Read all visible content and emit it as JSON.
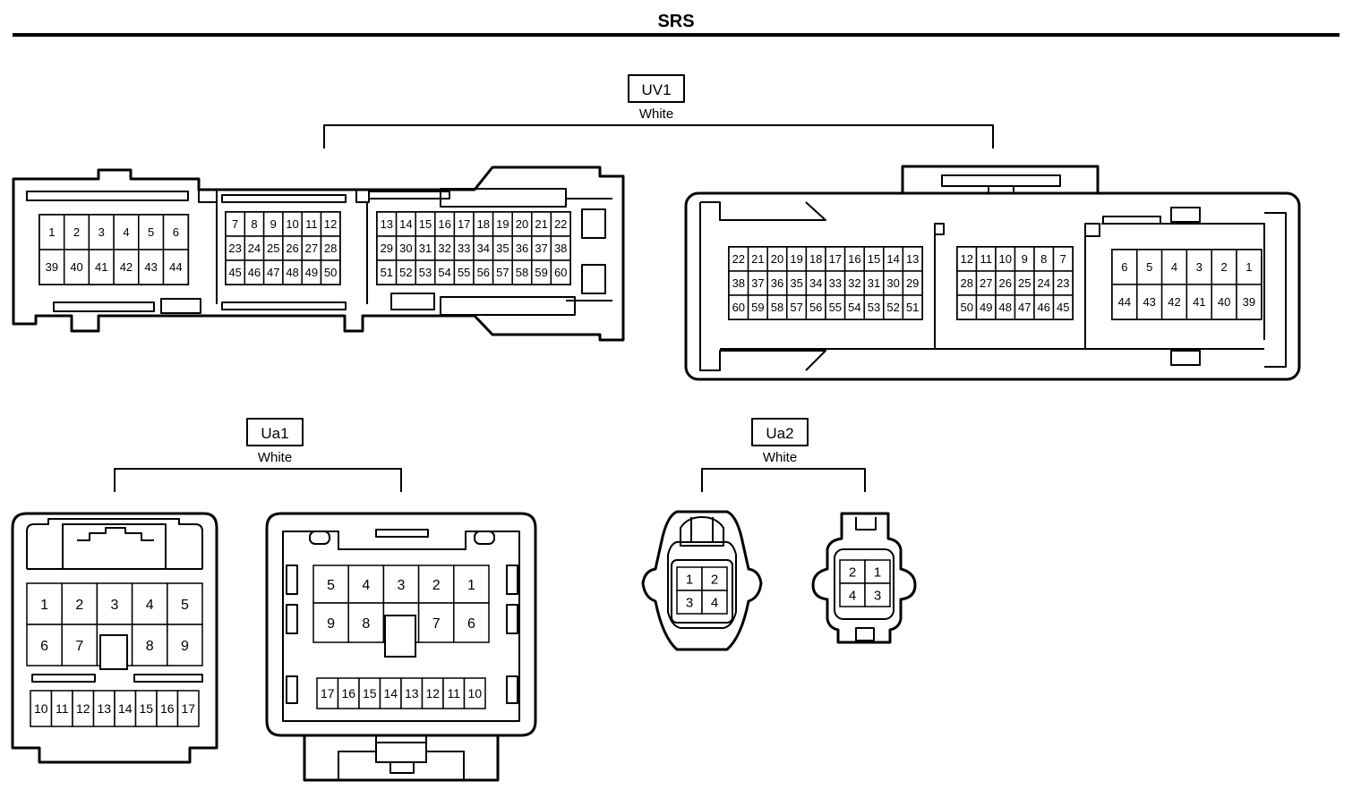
{
  "title": "SRS",
  "connectors": {
    "uv1": {
      "code": "UV1",
      "color": "White",
      "left_part": {
        "block_a": [
          [
            "1",
            "2",
            "3",
            "4",
            "5",
            "6"
          ],
          [
            "39",
            "40",
            "41",
            "42",
            "43",
            "44"
          ]
        ],
        "block_b": [
          [
            "7",
            "8",
            "9",
            "10",
            "11",
            "12"
          ],
          [
            "23",
            "24",
            "25",
            "26",
            "27",
            "28"
          ],
          [
            "45",
            "46",
            "47",
            "48",
            "49",
            "50"
          ]
        ],
        "block_c": [
          [
            "13",
            "14",
            "15",
            "16",
            "17",
            "18",
            "19",
            "20",
            "21",
            "22"
          ],
          [
            "29",
            "30",
            "31",
            "32",
            "33",
            "34",
            "35",
            "36",
            "37",
            "38"
          ],
          [
            "51",
            "52",
            "53",
            "54",
            "55",
            "56",
            "57",
            "58",
            "59",
            "60"
          ]
        ]
      },
      "right_part": {
        "block_a": [
          [
            "22",
            "21",
            "20",
            "19",
            "18",
            "17",
            "16",
            "15",
            "14",
            "13"
          ],
          [
            "38",
            "37",
            "36",
            "35",
            "34",
            "33",
            "32",
            "31",
            "30",
            "29"
          ],
          [
            "60",
            "59",
            "58",
            "57",
            "56",
            "55",
            "54",
            "53",
            "52",
            "51"
          ]
        ],
        "block_b": [
          [
            "12",
            "11",
            "10",
            "9",
            "8",
            "7"
          ],
          [
            "28",
            "27",
            "26",
            "25",
            "24",
            "23"
          ],
          [
            "50",
            "49",
            "48",
            "47",
            "46",
            "45"
          ]
        ],
        "block_c": [
          [
            "6",
            "5",
            "4",
            "3",
            "2",
            "1"
          ],
          [
            "44",
            "43",
            "42",
            "41",
            "40",
            "39"
          ]
        ]
      }
    },
    "ua1": {
      "code": "Ua1",
      "color": "White",
      "left_part": {
        "row1": [
          "1",
          "2",
          "3",
          "4",
          "5"
        ],
        "row2": [
          "6",
          "7",
          "",
          "8",
          "9"
        ],
        "row3": [
          "10",
          "11",
          "12",
          "13",
          "14",
          "15",
          "16",
          "17"
        ]
      },
      "right_part": {
        "row1": [
          "5",
          "4",
          "3",
          "2",
          "1"
        ],
        "row2": [
          "9",
          "8",
          "",
          "7",
          "6"
        ],
        "row3": [
          "17",
          "16",
          "15",
          "14",
          "13",
          "12",
          "11",
          "10"
        ]
      }
    },
    "ua2": {
      "code": "Ua2",
      "color": "White",
      "left_part": {
        "row1": [
          "1",
          "2"
        ],
        "row2": [
          "3",
          "4"
        ]
      },
      "right_part": {
        "row1": [
          "2",
          "1"
        ],
        "row2": [
          "4",
          "3"
        ]
      }
    }
  }
}
